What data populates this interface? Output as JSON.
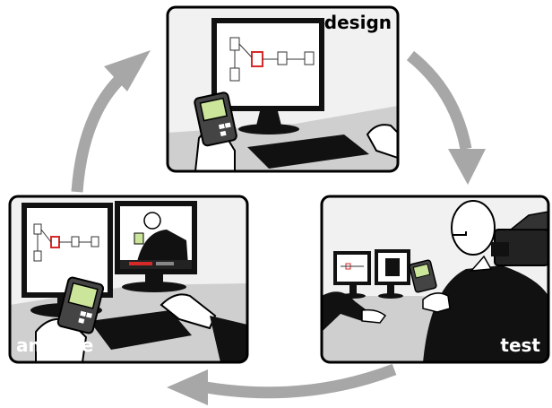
{
  "diagram": {
    "colors": {
      "arrow": "#a7a7a7",
      "frame": "#000000",
      "wall": "#f1f1f1",
      "desk": "#cfcfcf",
      "highlight": "#d62a2a",
      "device_screen": "#cbe59a"
    },
    "panels": [
      {
        "id": "design",
        "label": "design",
        "scene": "monitor-with-storyboard-and-handheld-device"
      },
      {
        "id": "test",
        "label": "test",
        "scene": "camera-recording-user-with-device"
      },
      {
        "id": "analyze",
        "label": "analyze",
        "scene": "dual-monitor-video-and-storyboard"
      }
    ],
    "arrows": [
      {
        "from": "design",
        "to": "test"
      },
      {
        "from": "test",
        "to": "analyze"
      },
      {
        "from": "analyze",
        "to": "design"
      }
    ]
  }
}
